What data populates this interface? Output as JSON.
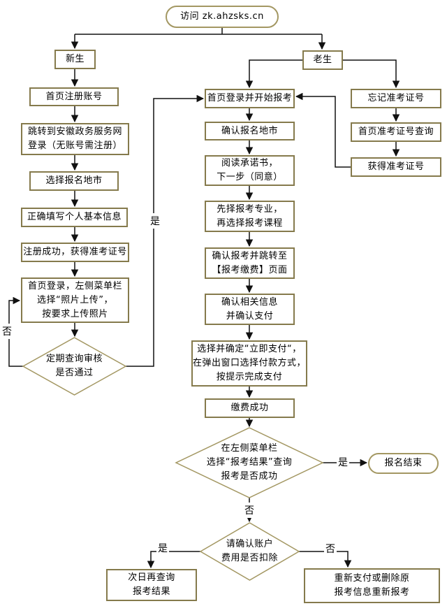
{
  "nodes": {
    "start": "访问 zk.ahzsks.cn",
    "new_student": "新生",
    "old_student": "老生",
    "register_account": "首页注册账号",
    "jump_gov": "跳转到安徽政务服务网\n登录（无账号需注册）",
    "select_city": "选择报名地市",
    "fill_info": "正确填写个人基本信息",
    "register_success": "注册成功，获得准考证号",
    "upload_photo": "首页登录，左侧菜单栏\n选择“照片上传”，\n按要求上传照片",
    "review_check": "定期查询审核\n是否通过",
    "login_start": "首页登录并开始报考",
    "confirm_city": "确认报名地市",
    "read_promise": "阅读承诺书，\n下一步（同意）",
    "choose_major": "先择报考专业，\n再选择报考课程",
    "confirm_jump_pay": "确认报考并跳转至\n【报考缴费】页面",
    "confirm_pay_info": "确认相关信息\n并确认支付",
    "pay_now": "选择并确定“立即支付“，\n在弹出窗口选择付款方式，\n按提示完成支付",
    "pay_success": "缴费成功",
    "check_result": "在左侧菜单栏\n选择“报考结果”查询\n报考是否成功",
    "finish": "报名结束",
    "confirm_deduct": "请确认账户\n费用是否扣除",
    "query_next_day": "次日再查询\n报考结果",
    "repay": "重新支付或删除原\n报考信息重新报考",
    "forgot_number": "忘记准考证号",
    "number_query": "首页准考证号查询",
    "got_number": "获得准考证号"
  },
  "edge_labels": {
    "review_no": "否",
    "review_yes": "是",
    "result_yes": "是",
    "result_no": "否",
    "deduct_yes": "是",
    "deduct_no": "否"
  },
  "colors": {
    "box_border": "#857a4c",
    "shape_border": "#a39762",
    "line": "#111111",
    "text": "#000000",
    "background": "#ffffff"
  }
}
